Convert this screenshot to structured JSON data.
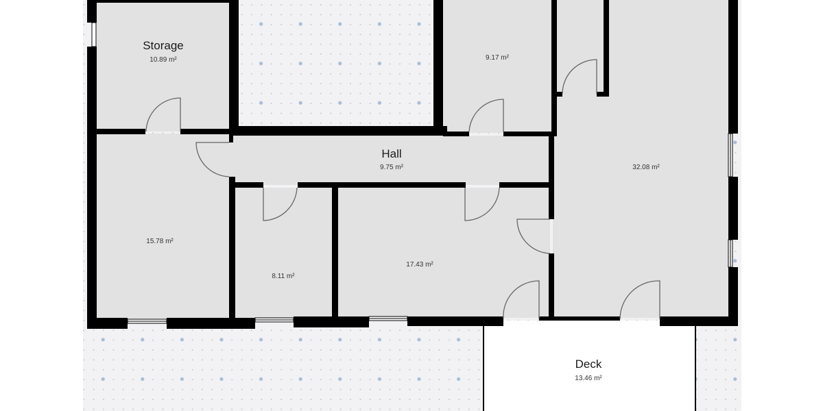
{
  "floorplan": {
    "colors": {
      "room_fill": "#e2e2e2",
      "wall": "#000000",
      "grid_bg": "#f2f2f4",
      "grid_dot": "#c8c8cc",
      "grid_major": "#a9bdd6",
      "deck_fill": "#ffffff"
    },
    "rooms": {
      "storage": {
        "name": "Storage",
        "area": "10.89 m²"
      },
      "top_room": {
        "name": "",
        "area": "9.17 m²"
      },
      "hall": {
        "name": "Hall",
        "area": "9.75 m²"
      },
      "large_right": {
        "name": "",
        "area": "32.08 m²"
      },
      "left_room": {
        "name": "",
        "area": "15.78 m²"
      },
      "small_room": {
        "name": "",
        "area": "8.11 m²"
      },
      "middle_room": {
        "name": "",
        "area": "17.43 m²"
      },
      "deck": {
        "name": "Deck",
        "area": "13.46 m²"
      }
    }
  }
}
